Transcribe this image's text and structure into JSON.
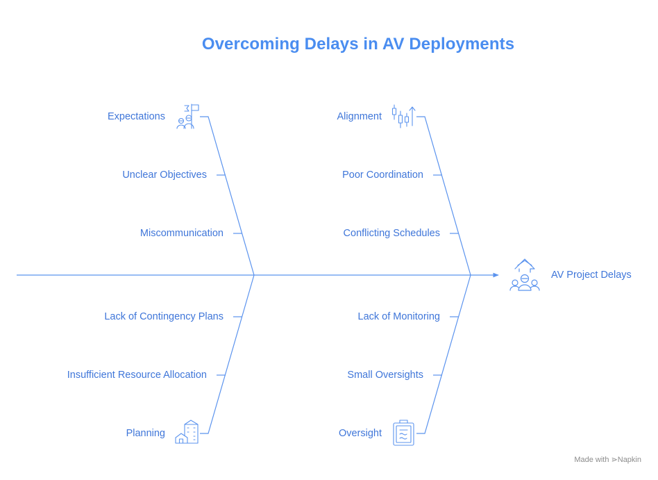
{
  "title": "Overcoming Delays in AV Deployments",
  "effect": {
    "label": "AV Project Delays",
    "icon": "team-growth-icon"
  },
  "branches": [
    {
      "id": "upper-left",
      "label": "Expectations",
      "icon": "team-flag-icon",
      "causes": [
        "Unclear Objectives",
        "Miscommunication"
      ]
    },
    {
      "id": "lower-left",
      "label": "Planning",
      "icon": "buildings-icon",
      "causes": [
        "Lack of Contingency Plans",
        "Insufficient Resource Allocation"
      ]
    },
    {
      "id": "upper-right",
      "label": "Alignment",
      "icon": "candlestick-chart-icon",
      "causes": [
        "Poor Coordination",
        "Conflicting Schedules"
      ]
    },
    {
      "id": "lower-right",
      "label": "Oversight",
      "icon": "clipboard-icon",
      "causes": [
        "Lack of Monitoring",
        "Small Oversights"
      ]
    }
  ],
  "footer": {
    "made_with": "Made with",
    "brand": "Napkin"
  },
  "colors": {
    "title": "#4a8df0",
    "line": "#5b93ee",
    "text": "#3f76d9",
    "footer": "#8c8c8c"
  }
}
